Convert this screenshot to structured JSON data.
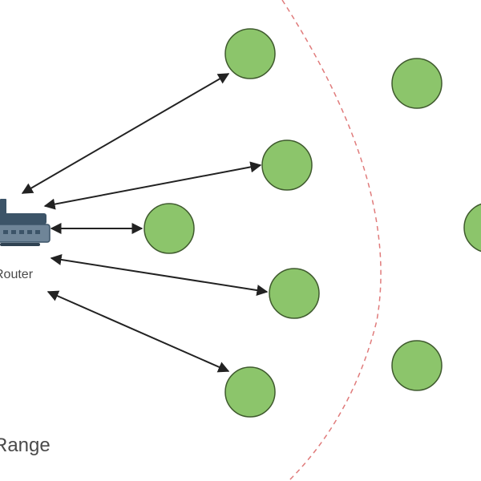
{
  "colors": {
    "background": "#ffffff",
    "node_fill": "#8cc56b",
    "node_stroke": "#3f5a2e",
    "arrow": "#222222",
    "range_boundary": "#e07b7b",
    "router_body": "#3c5468",
    "router_panel": "#6f8598",
    "label_text": "#4a4a4a"
  },
  "router": {
    "icon": "router-icon",
    "label": "Router"
  },
  "range": {
    "label": "Range",
    "boundary_style": "dashed"
  },
  "nodes": {
    "connected": 5,
    "out_of_range": 3
  }
}
